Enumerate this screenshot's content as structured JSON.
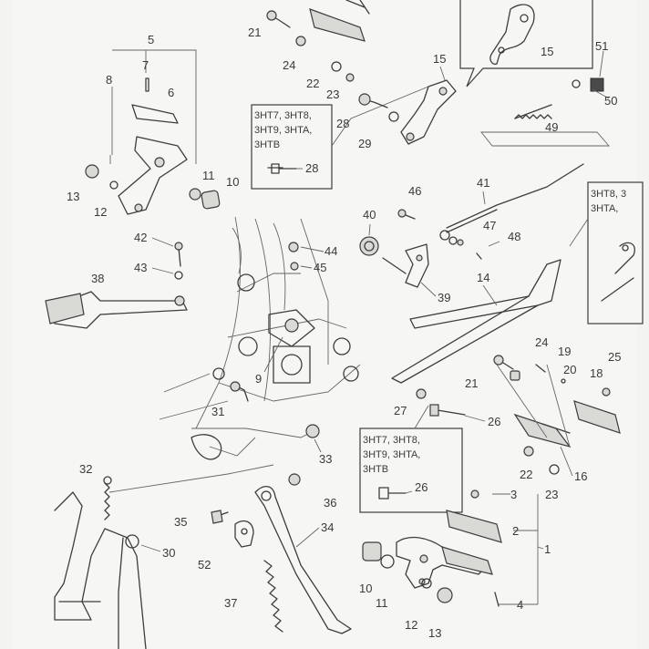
{
  "diagram": {
    "callouts": {
      "c21a": "21",
      "c24a": "24",
      "c22a": "22",
      "c23a": "23",
      "c15a": "15",
      "c15b": "15",
      "c5": "5",
      "c7": "7",
      "c8": "8",
      "c6": "6",
      "c13a": "13",
      "c12a": "12",
      "c11a": "11",
      "c10a": "10",
      "c28a": "28",
      "c29": "29",
      "c51": "51",
      "c50": "50",
      "c49": "49",
      "c41": "41",
      "c46": "46",
      "c47": "47",
      "c48": "48",
      "c40": "40",
      "c44": "44",
      "c45": "45",
      "c39": "39",
      "c14": "14",
      "c42": "42",
      "c43": "43",
      "c38": "38",
      "c9": "9",
      "c24b": "24",
      "c19": "19",
      "c20": "20",
      "c21b": "21",
      "c18": "18",
      "c25": "25",
      "c27": "27",
      "c26a": "26",
      "c31": "31",
      "c33": "33",
      "c22b": "22",
      "c16": "16",
      "c23b": "23",
      "c32": "32",
      "c36": "36",
      "c3": "3",
      "c2": "2",
      "c1": "1",
      "c35": "35",
      "c34": "34",
      "c30": "30",
      "c52": "52",
      "c10b": "10",
      "c11b": "11",
      "c4": "4",
      "c37": "37",
      "c12b": "12",
      "c13b": "13",
      "c26b": "26",
      "c28b": "28"
    },
    "inset_top": {
      "models": [
        "3HT7, 3HT8,",
        "3HT9, 3HTA,",
        "3HTB"
      ],
      "part": "28"
    },
    "inset_bottom": {
      "models": [
        "3HT7, 3HT8,",
        "3HT9, 3HTA,",
        "3HTB"
      ],
      "part": "26"
    },
    "inset_right": {
      "models": [
        "3HT8, 3",
        "3HTA,"
      ]
    }
  }
}
